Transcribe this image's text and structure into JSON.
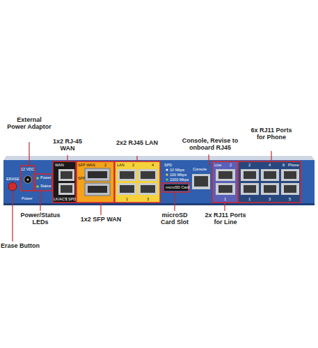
{
  "diagram": {
    "labels": [
      "External Power Adaptor",
      "1x2 RJ-45 WAN",
      "2x2 RJ45 LAN",
      "Console, Revise to onboard RJ45",
      "6x RJ11 Ports for Phone",
      "Power/Status LEDs",
      "1x2 SFP WAN",
      "microSD Card Slot",
      "2x RJ11 Ports for Line",
      "Erase Button",
      "ERASE",
      "12 VDC",
      "Power",
      "Power",
      "Status",
      "WAN",
      "LK/ACT",
      "1",
      "SPD",
      "SFP WAN",
      "2",
      "SFP",
      "LAN",
      "2",
      "4",
      "1",
      "3",
      "SPD",
      "10 Mbps",
      "100 Mbps",
      "1000 Mbps",
      "microSD Card",
      "Console",
      "Line",
      "2",
      "1",
      "2",
      "4",
      "6",
      "Phone",
      "1",
      "3",
      "5"
    ]
  }
}
